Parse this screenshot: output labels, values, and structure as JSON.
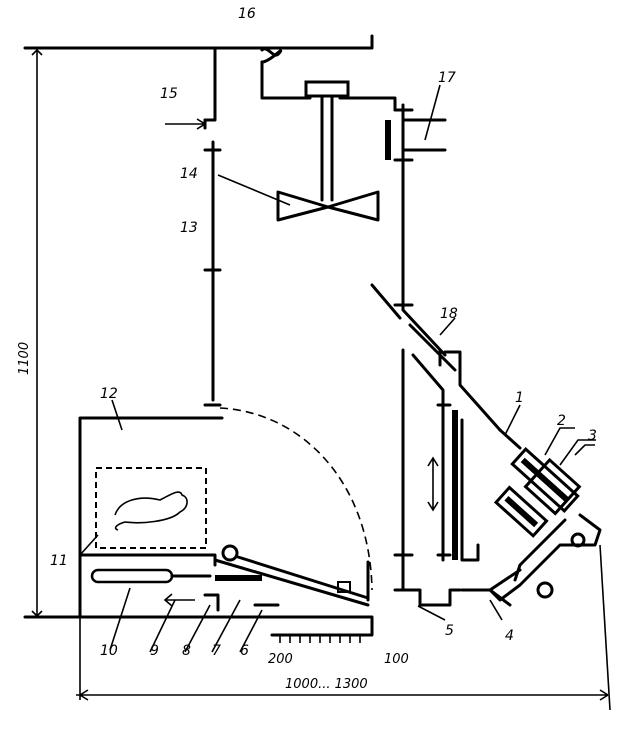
{
  "labels": {
    "n1": "1",
    "n2": "2",
    "n3": "3",
    "n4": "4",
    "n5": "5",
    "n6": "6",
    "n7": "7",
    "n8": "8",
    "n9": "9",
    "n10": "10",
    "n11": "11",
    "n12": "12",
    "n13": "13",
    "n14": "14",
    "n15": "15",
    "n16": "16",
    "n17": "17",
    "n18": "18"
  },
  "dimensions": {
    "height": "1100",
    "width": "1000... 1300",
    "scale_left": "200",
    "scale_right": "100"
  }
}
